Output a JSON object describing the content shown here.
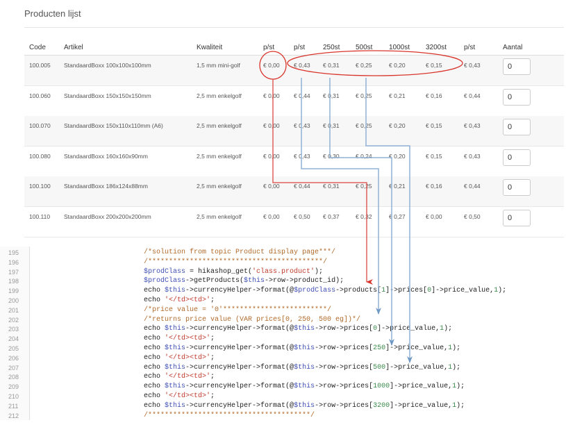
{
  "title": "Producten lijst",
  "columns": [
    "Code",
    "Artikel",
    "Kwaliteit",
    "p/st",
    "p/st",
    "250st",
    "500st",
    "1000st",
    "3200st",
    "p/st",
    "Aantal"
  ],
  "rows": [
    [
      "100.005",
      "StandaardBoxx 100x100x100mm",
      "1,5 mm mini-golf",
      "€ 0,00",
      "€ 0,43",
      "€ 0,31",
      "€ 0,25",
      "€ 0,20",
      "€ 0,15",
      "€ 0,43",
      "0"
    ],
    [
      "100.060",
      "StandaardBoxx 150x150x150mm",
      "2,5 mm enkelgolf",
      "€ 0,00",
      "€ 0,44",
      "€ 0,31",
      "€ 0,25",
      "€ 0,21",
      "€ 0,16",
      "€ 0,44",
      "0"
    ],
    [
      "100.070",
      "StandaardBoxx 150x110x110mm (A6)",
      "2,5 mm enkelgolf",
      "€ 0,00",
      "€ 0,43",
      "€ 0,31",
      "€ 0,25",
      "€ 0,20",
      "€ 0,15",
      "€ 0,43",
      "0"
    ],
    [
      "100.080",
      "StandaardBoxx 160x160x90mm",
      "2,5 mm enkelgolf",
      "€ 0,00",
      "€ 0,43",
      "€ 0,30",
      "€ 0,24",
      "€ 0,20",
      "€ 0,15",
      "€ 0,43",
      "0"
    ],
    [
      "100.100",
      "StandaardBoxx 186x124x88mm",
      "2,5 mm enkelgolf",
      "€ 0,00",
      "€ 0,44",
      "€ 0,31",
      "€ 0,25",
      "€ 0,21",
      "€ 0,16",
      "€ 0,44",
      "0"
    ],
    [
      "100.110",
      "StandaardBoxx 200x200x200mm",
      "2,5 mm enkelgolf",
      "€ 0,00",
      "€ 0,50",
      "€ 0,37",
      "€ 0,32",
      "€ 0,27",
      "€ 0,00",
      "€ 0,50",
      "0"
    ]
  ],
  "code": [
    {
      "n": "195",
      "t": [
        [
          "comment",
          "/*solution from topic Product display page***/"
        ]
      ]
    },
    {
      "n": "196",
      "t": [
        [
          "comment",
          "/******************************************/"
        ]
      ]
    },
    {
      "n": "197",
      "t": [
        [
          "var",
          "$prodClass"
        ],
        [
          "plain",
          " = hikashop_get("
        ],
        [
          "str",
          "'class.product'"
        ],
        [
          "plain",
          ");"
        ]
      ]
    },
    {
      "n": "198",
      "t": [
        [
          "var",
          "$prodClass"
        ],
        [
          "plain",
          "->getProducts("
        ],
        [
          "var",
          "$this"
        ],
        [
          "plain",
          "->row->product_id);"
        ]
      ]
    },
    {
      "n": "199",
      "t": [
        [
          "plain",
          "echo "
        ],
        [
          "var",
          "$this"
        ],
        [
          "plain",
          "->currencyHelper->format(@"
        ],
        [
          "var",
          "$prodClass"
        ],
        [
          "plain",
          "->products["
        ],
        [
          "num",
          "1"
        ],
        [
          "plain",
          "]->prices["
        ],
        [
          "num",
          "0"
        ],
        [
          "plain",
          "]->price_value,"
        ],
        [
          "num",
          "1"
        ],
        [
          "plain",
          ");"
        ]
      ]
    },
    {
      "n": "200",
      "t": [
        [
          "plain",
          "echo "
        ],
        [
          "str",
          "'</td><td>'"
        ],
        [
          "plain",
          ";"
        ]
      ]
    },
    {
      "n": "201",
      "t": [
        [
          "comment",
          "/*price value = '0'*************************/"
        ]
      ]
    },
    {
      "n": "202",
      "t": [
        [
          "comment",
          "/*returns price value (VAR prices[0, 250, 500 eg])*/"
        ]
      ]
    },
    {
      "n": "203",
      "t": [
        [
          "plain",
          "echo "
        ],
        [
          "var",
          "$this"
        ],
        [
          "plain",
          "->currencyHelper->format(@"
        ],
        [
          "var",
          "$this"
        ],
        [
          "plain",
          "->row->prices["
        ],
        [
          "num",
          "0"
        ],
        [
          "plain",
          "]->price_value,"
        ],
        [
          "num",
          "1"
        ],
        [
          "plain",
          ");"
        ]
      ]
    },
    {
      "n": "204",
      "t": [
        [
          "plain",
          "echo "
        ],
        [
          "str",
          "'</td><td>'"
        ],
        [
          "plain",
          ";"
        ]
      ]
    },
    {
      "n": "205",
      "t": [
        [
          "plain",
          "echo "
        ],
        [
          "var",
          "$this"
        ],
        [
          "plain",
          "->currencyHelper->format(@"
        ],
        [
          "var",
          "$this"
        ],
        [
          "plain",
          "->row->prices["
        ],
        [
          "num",
          "250"
        ],
        [
          "plain",
          "]->price_value,"
        ],
        [
          "num",
          "1"
        ],
        [
          "plain",
          ");"
        ]
      ]
    },
    {
      "n": "206",
      "t": [
        [
          "plain",
          "echo "
        ],
        [
          "str",
          "'</td><td>'"
        ],
        [
          "plain",
          ";"
        ]
      ]
    },
    {
      "n": "207",
      "t": [
        [
          "plain",
          "echo "
        ],
        [
          "var",
          "$this"
        ],
        [
          "plain",
          "->currencyHelper->format(@"
        ],
        [
          "var",
          "$this"
        ],
        [
          "plain",
          "->row->prices["
        ],
        [
          "num",
          "500"
        ],
        [
          "plain",
          "]->price_value,"
        ],
        [
          "num",
          "1"
        ],
        [
          "plain",
          ");"
        ]
      ]
    },
    {
      "n": "208",
      "t": [
        [
          "plain",
          "echo "
        ],
        [
          "str",
          "'</td><td>'"
        ],
        [
          "plain",
          ";"
        ]
      ]
    },
    {
      "n": "209",
      "t": [
        [
          "plain",
          "echo "
        ],
        [
          "var",
          "$this"
        ],
        [
          "plain",
          "->currencyHelper->format(@"
        ],
        [
          "var",
          "$this"
        ],
        [
          "plain",
          "->row->prices["
        ],
        [
          "num",
          "1000"
        ],
        [
          "plain",
          "]->price_value,"
        ],
        [
          "num",
          "1"
        ],
        [
          "plain",
          ");"
        ]
      ]
    },
    {
      "n": "210",
      "t": [
        [
          "plain",
          "echo "
        ],
        [
          "str",
          "'</td><td>'"
        ],
        [
          "plain",
          ";"
        ]
      ]
    },
    {
      "n": "211",
      "t": [
        [
          "plain",
          "echo "
        ],
        [
          "var",
          "$this"
        ],
        [
          "plain",
          "->currencyHelper->format(@"
        ],
        [
          "var",
          "$this"
        ],
        [
          "plain",
          "->row->prices["
        ],
        [
          "num",
          "3200"
        ],
        [
          "plain",
          "]->price_value,"
        ],
        [
          "num",
          "1"
        ],
        [
          "plain",
          ");"
        ]
      ]
    },
    {
      "n": "212",
      "t": [
        [
          "comment",
          "/***************************************/"
        ]
      ]
    }
  ],
  "annotation_colors": {
    "red": "#d9342b",
    "blue": "#7fa6cf"
  }
}
